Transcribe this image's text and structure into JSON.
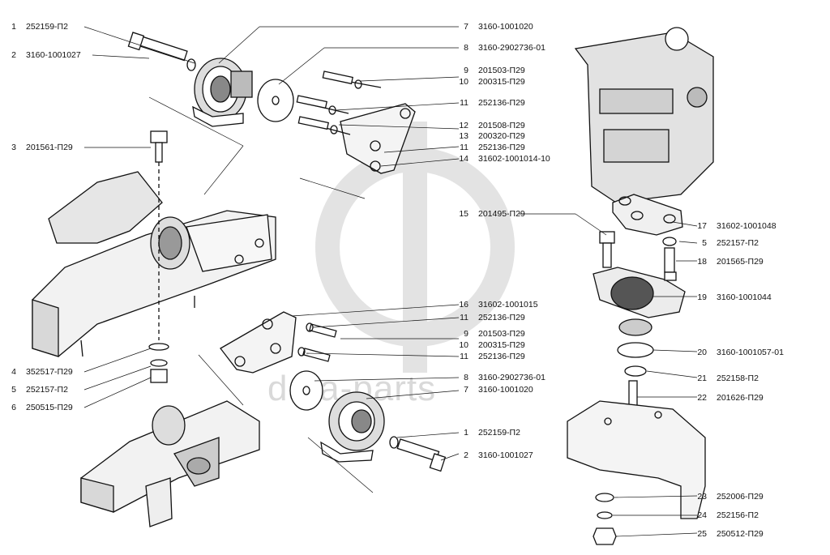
{
  "watermark": {
    "text": "data-parts"
  },
  "left_labels": [
    {
      "num": "1",
      "code": "252159-П2"
    },
    {
      "num": "2",
      "code": "3160-1001027"
    },
    {
      "num": "3",
      "code": "201561-П29"
    },
    {
      "num": "4",
      "code": "352517-П29"
    },
    {
      "num": "5",
      "code": "252157-П2"
    },
    {
      "num": "6",
      "code": "250515-П29"
    }
  ],
  "center_labels": [
    {
      "num": "7",
      "code": "3160-1001020"
    },
    {
      "num": "8",
      "code": "3160-2902736-01"
    },
    {
      "num": "9",
      "code": "201503-П29"
    },
    {
      "num": "10",
      "code": "200315-П29"
    },
    {
      "num": "11",
      "code": "252136-П29"
    },
    {
      "num": "12",
      "code": "201508-П29"
    },
    {
      "num": "13",
      "code": "200320-П29"
    },
    {
      "num": "11",
      "code": "252136-П29"
    },
    {
      "num": "14",
      "code": "31602-1001014-10"
    },
    {
      "num": "15",
      "code": "201495-П29"
    },
    {
      "num": "16",
      "code": "31602-1001015"
    },
    {
      "num": "11",
      "code": "252136-П29"
    },
    {
      "num": "9",
      "code": "201503-П29"
    },
    {
      "num": "10",
      "code": "200315-П29"
    },
    {
      "num": "11",
      "code": "252136-П29"
    },
    {
      "num": "8",
      "code": "3160-2902736-01"
    },
    {
      "num": "7",
      "code": "3160-1001020"
    },
    {
      "num": "1",
      "code": "252159-П2"
    },
    {
      "num": "2",
      "code": "3160-1001027"
    }
  ],
  "right_labels": [
    {
      "num": "17",
      "code": "31602-1001048"
    },
    {
      "num": "5",
      "code": "252157-П2"
    },
    {
      "num": "18",
      "code": "201565-П29"
    },
    {
      "num": "19",
      "code": "3160-1001044"
    },
    {
      "num": "20",
      "code": "3160-1001057-01"
    },
    {
      "num": "21",
      "code": "252158-П2"
    },
    {
      "num": "22",
      "code": "201626-П29"
    },
    {
      "num": "23",
      "code": "252006-П29"
    },
    {
      "num": "24",
      "code": "252156-П2"
    },
    {
      "num": "25",
      "code": "250512-П29"
    }
  ]
}
